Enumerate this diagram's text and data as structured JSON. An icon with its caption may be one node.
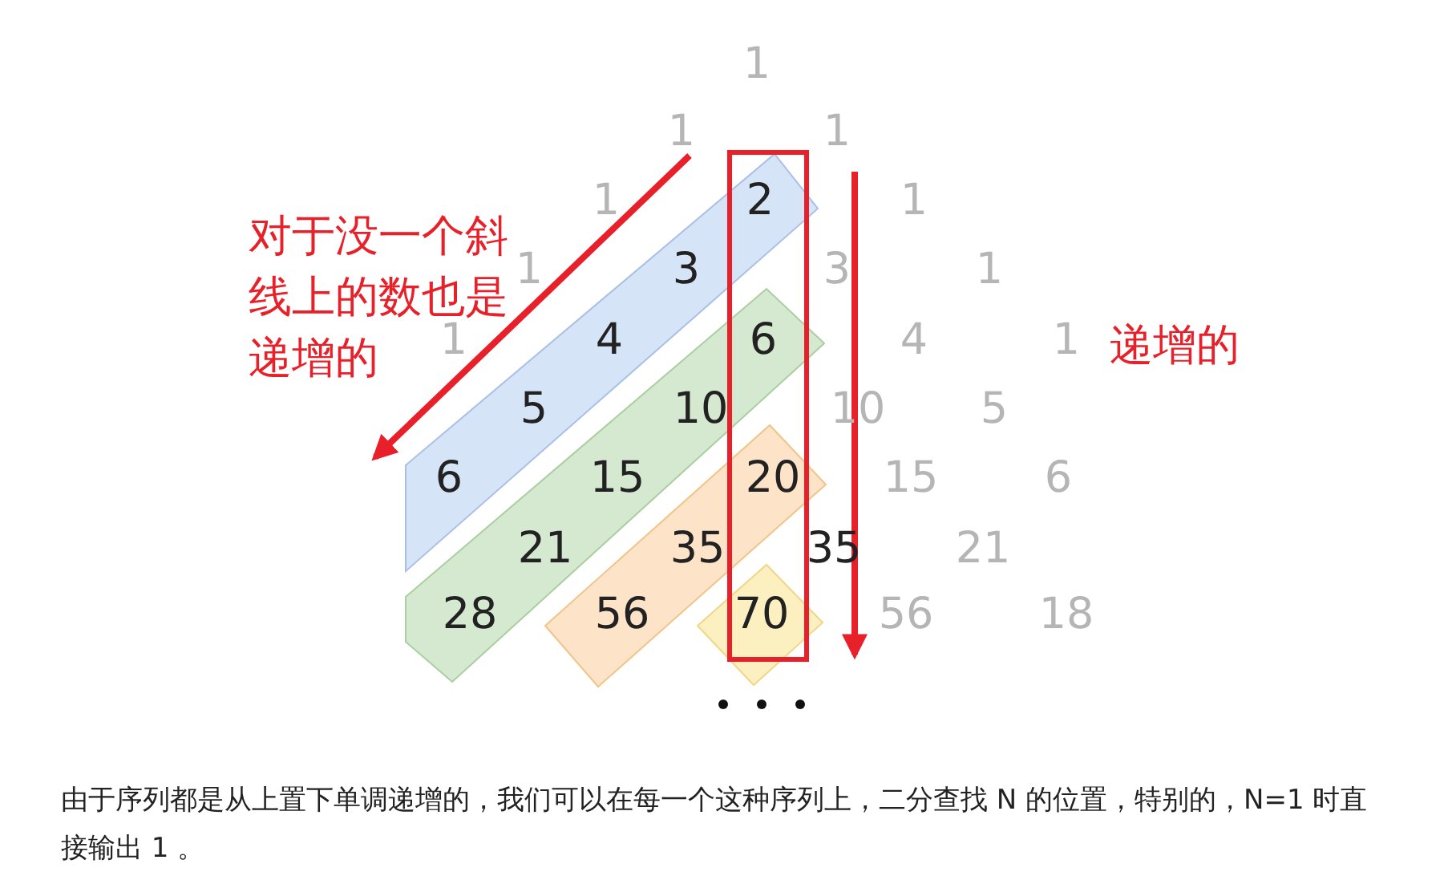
{
  "diagram": {
    "caption": "由于序列都是从上置下单调递增的，我们可以在每一个这种序列上，二分查找 N 的位置，特别的，N=1 时直接输出 1 。",
    "labels": [
      "1",
      "1",
      "1",
      "1",
      "2",
      "1",
      "1",
      "3",
      "3",
      "1",
      "1",
      "4",
      "6",
      "4",
      "1",
      "5",
      "10",
      "10",
      "5",
      "6",
      "15",
      "20",
      "15",
      "6",
      "21",
      "35",
      "35",
      "21",
      "28",
      "56",
      "70",
      "56",
      "18",
      "对于没一个斜线上的数也是递增的",
      "递增的"
    ]
  }
}
